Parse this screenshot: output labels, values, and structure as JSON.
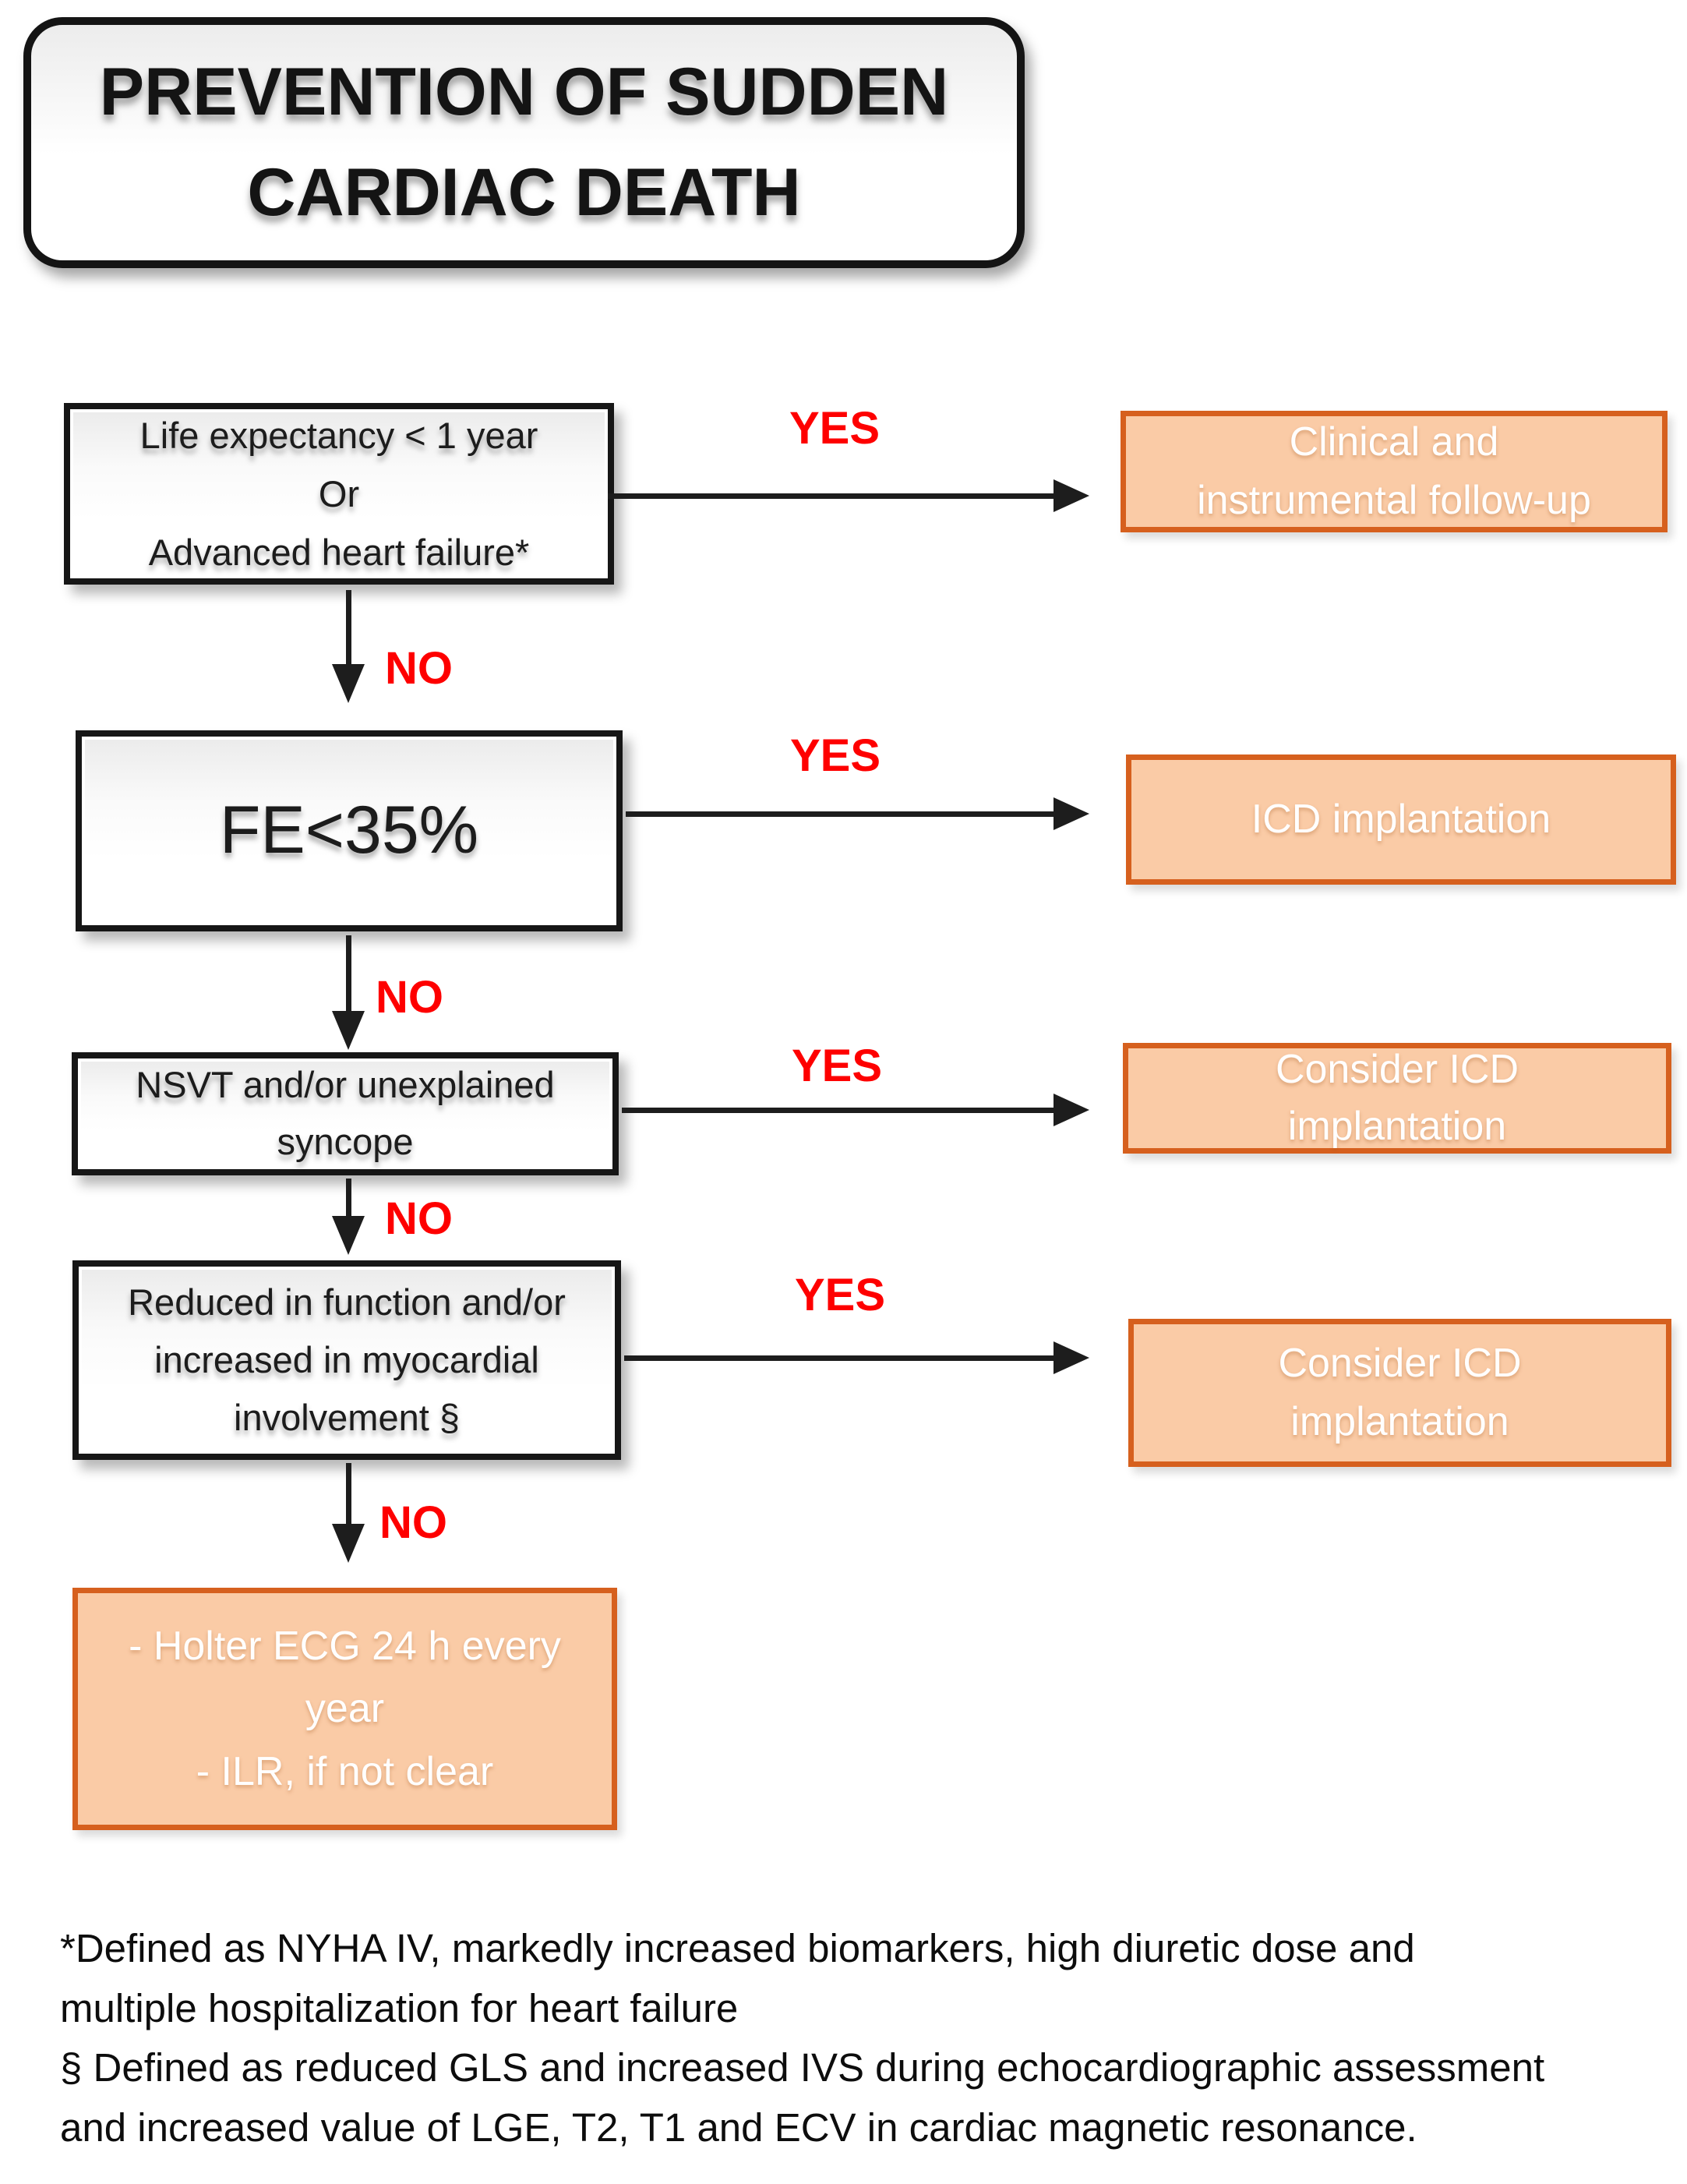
{
  "title": {
    "text": "PREVENTION OF SUDDEN\nCARDIAC DEATH"
  },
  "colors": {
    "outcome_fill": "#FACBA6",
    "outcome_border": "#D6601E",
    "label_red": "#FE0000",
    "line_black": "#1D1D1D",
    "decision_border": "#161616",
    "background": "#FFFFFF"
  },
  "flow": {
    "decision1": {
      "text": "Life expectancy < 1 year\nOr\nAdvanced heart failure*"
    },
    "yes1": "YES",
    "no1": "NO",
    "outcome1": {
      "text": "Clinical and\ninstrumental follow-up"
    },
    "decision2": {
      "text": "FE<35%"
    },
    "yes2": "YES",
    "no2": "NO",
    "outcome2": {
      "text": "ICD implantation"
    },
    "decision3": {
      "text": "NSVT and/or unexplained\nsyncope"
    },
    "yes3": "YES",
    "no3": "NO",
    "outcome3": {
      "text": "Consider ICD\nimplantation"
    },
    "decision4": {
      "text": "Reduced  in function and/or\nincreased in myocardial\ninvolvement §"
    },
    "yes4": "YES",
    "no4": "NO",
    "outcome4": {
      "text": "Consider ICD\nimplantation"
    },
    "outcome5": {
      "text": "- Holter ECG 24 h every\nyear\n- ILR, if not clear"
    }
  },
  "footnotes": {
    "text": "*Defined as NYHA IV, markedly increased biomarkers, high diuretic dose and\nmultiple hospitalization for heart failure\n§ Defined as reduced GLS and increased IVS during echocardiographic assessment\nand increased value of LGE, T2, T1 and ECV in cardiac magnetic resonance."
  }
}
